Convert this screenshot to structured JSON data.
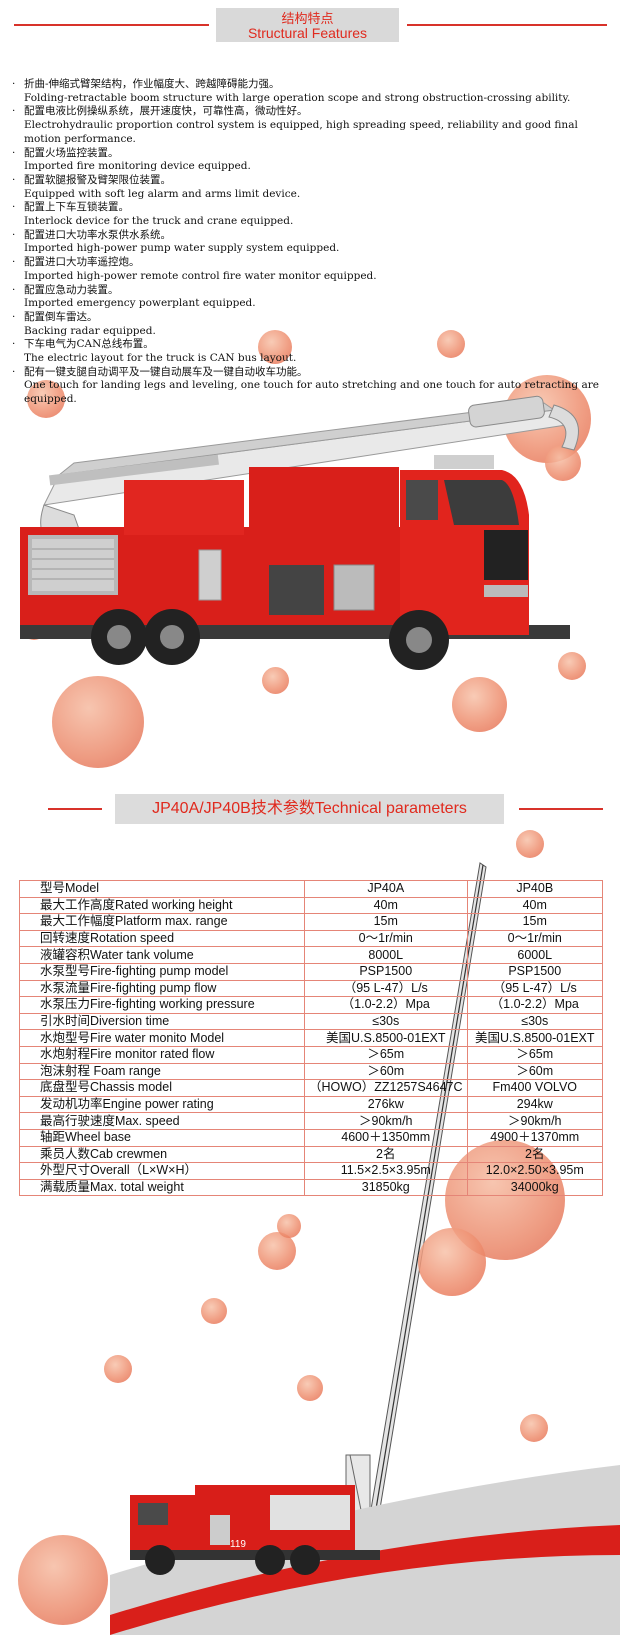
{
  "header": {
    "title_cn": "结构特点",
    "title_en": "Structural Features"
  },
  "features": [
    {
      "cn": "折曲-伸缩式臂架结构，作业幅度大、跨越障碍能力强。",
      "en": "Folding-retractable boom structure with large operation scope and strong obstruction-crossing ability."
    },
    {
      "cn": "配置电液比例操纵系统，展开速度快，可靠性高，微动性好。",
      "en": "Electrohydraulic proportion control system is equipped, high spreading speed, reliability and good final motion performance."
    },
    {
      "cn": "配置火场监控装置。",
      "en": "Imported fire monitoring device equipped."
    },
    {
      "cn": "配置软腿报警及臂架限位装置。",
      "en": "Equipped with soft leg alarm and arms limit device."
    },
    {
      "cn": "配置上下车互锁装置。",
      "en": "Interlock device for the truck and crane equipped."
    },
    {
      "cn": "配置进口大功率水泵供水系统。",
      "en": "Imported high-power pump water supply system equipped."
    },
    {
      "cn": "配置进口大功率遥控炮。",
      "en": "Imported high-power remote control fire water monitor equipped."
    },
    {
      "cn": "配置应急动力装置。",
      "en": "Imported emergency powerplant equipped."
    },
    {
      "cn": "配置倒车雷达。",
      "en": "Backing radar equipped."
    },
    {
      "cn": "下车电气为CAN总线布置。",
      "en": "The electric layout for the truck is CAN bus layout."
    },
    {
      "cn": "配有一键支腿自动调平及一键自动展车及一键自动收车功能。",
      "en": "One touch for landing legs and leveling, one touch for auto stretching and one touch for auto retracting are equipped."
    }
  ],
  "bullet": "·",
  "params_title": "JP40A/JP40B技术参数Technical parameters",
  "params": {
    "header": {
      "name": "型号Model",
      "a": "JP40A",
      "b": "JP40B"
    },
    "rows": [
      {
        "name": "最大工作高度Rated working height",
        "a": "40m",
        "b": "40m"
      },
      {
        "name": "最大工作幅度Platform max. range",
        "a": "15m",
        "b": "15m"
      },
      {
        "name": "回转速度Rotation speed",
        "a": "0～1r/min",
        "b": "0～1r/min"
      },
      {
        "name": "液罐容积Water tank volume",
        "a": "8000L",
        "b": "6000L"
      },
      {
        "name": "水泵型号Fire-fighting pump model",
        "a": "PSP1500",
        "b": "PSP1500"
      },
      {
        "name": "水泵流量Fire-fighting pump flow",
        "a": "（95 L-47）L/s",
        "b": "（95 L-47）L/s"
      },
      {
        "name": "水泵压力Fire-fighting working pressure",
        "a": "（1.0-2.2）Mpa",
        "b": "（1.0-2.2）Mpa"
      },
      {
        "name": "引水时间Diversion time",
        "a": "≤30s",
        "b": "≤30s"
      },
      {
        "name": "水炮型号Fire water monito Model",
        "a": "美国U.S.8500-01EXT",
        "b": "美国U.S.8500-01EXT"
      },
      {
        "name": "水炮射程Fire monitor rated flow",
        "a": "＞65m",
        "b": "＞65m"
      },
      {
        "name": "泡沫射程 Foam range",
        "a": "＞60m",
        "b": "＞60m"
      },
      {
        "name": "底盘型号Chassis model",
        "a": "（HOWO）ZZ1257S4647C",
        "b": "Fm400 VOLVO"
      },
      {
        "name": "发动机功率Engine power rating",
        "a": "276kw",
        "b": "294kw"
      },
      {
        "name": "最高行驶速度Max. speed",
        "a": "＞90km/h",
        "b": "＞90km/h"
      },
      {
        "name": "轴距Wheel base",
        "a": "4600＋1350mm",
        "b": "4900＋1370mm"
      },
      {
        "name": "乘员人数Cab crewmen",
        "a": "2名",
        "b": "2名"
      },
      {
        "name": "外型尺寸Overall（L×W×H）",
        "a": "11.5×2.5×3.95m",
        "b": "12.0×2.50×3.95m"
      },
      {
        "name": "满载质量Max. total weight",
        "a": "31850kg",
        "b": "34000kg"
      }
    ]
  },
  "truck_badge": "119",
  "colors": {
    "accent": "#d8322a",
    "title_text": "#e02a1e",
    "bubble": "#e8775a",
    "truck": "#d91f1a"
  }
}
